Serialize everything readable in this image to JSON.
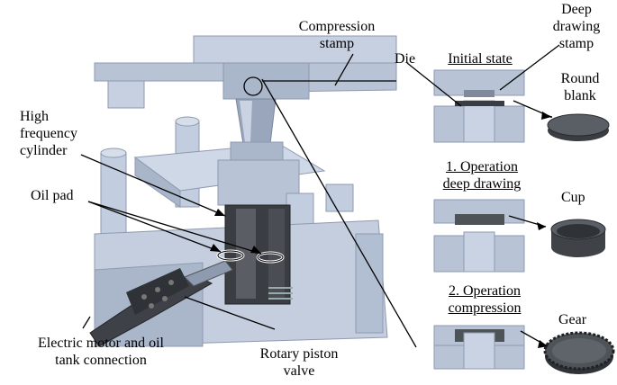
{
  "labels": {
    "compression_stamp": [
      "Compression",
      "stamp"
    ],
    "die": "Die",
    "deep_drawing_stamp": [
      "Deep",
      "drawing",
      "stamp"
    ],
    "high_frequency_cylinder": [
      "High",
      "frequency",
      "cylinder"
    ],
    "oil_pad": "Oil pad",
    "electric_motor": [
      "Electric motor and oil",
      "tank connection"
    ],
    "rotary_piston_valve": [
      "Rotary piston",
      "valve"
    ]
  },
  "stages": [
    {
      "title": [
        "Initial state"
      ],
      "part": [
        "Round",
        "blank"
      ]
    },
    {
      "title": [
        "1. Operation",
        "deep drawing"
      ],
      "part": [
        "Cup"
      ]
    },
    {
      "title": [
        "2. Operation",
        "compression"
      ],
      "part": [
        "Gear"
      ]
    }
  ],
  "colors": {
    "machine": "#b8c4d6",
    "machine_dark": "#8d9ab0",
    "machine_light": "#d6deea",
    "cutaway_dark": "#3a3d42",
    "part_dark": "#4e5358",
    "line": "#000000"
  }
}
